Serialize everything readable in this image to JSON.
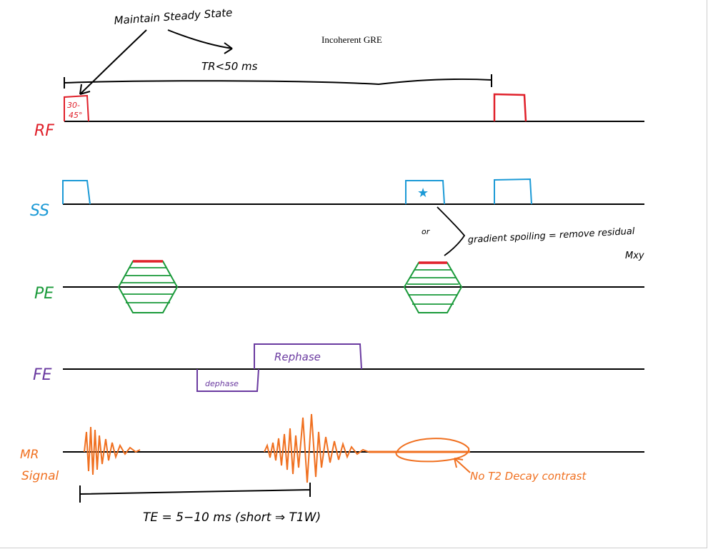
{
  "diagram": {
    "title": "Incoherent GRE",
    "rows": {
      "rf": "RF",
      "ss": "SS",
      "pe": "PE",
      "fe": "FE",
      "mr_line1": "MR",
      "mr_line2": "Signal"
    },
    "annotations": {
      "steady_state": "Maintain Steady State",
      "tr": "TR<50 ms",
      "flip_angle_line1": "30-",
      "flip_angle_line2": "45°",
      "or": "or",
      "spoiling_line1": "gradient spoiling = remove residual",
      "spoiling_line2": "Mxy",
      "dephase": "dephase",
      "rephase": "Rephase",
      "t2": "No T2 Decay contrast",
      "te": "TE = 5−10 ms (short ⇒ T1W)",
      "star": "★"
    },
    "colors": {
      "rf": "#e0202a",
      "ss": "#1c9ad6",
      "pe": "#1a9a3a",
      "fe": "#6a3aa0",
      "signal": "#f07020",
      "ink": "#000000"
    }
  }
}
